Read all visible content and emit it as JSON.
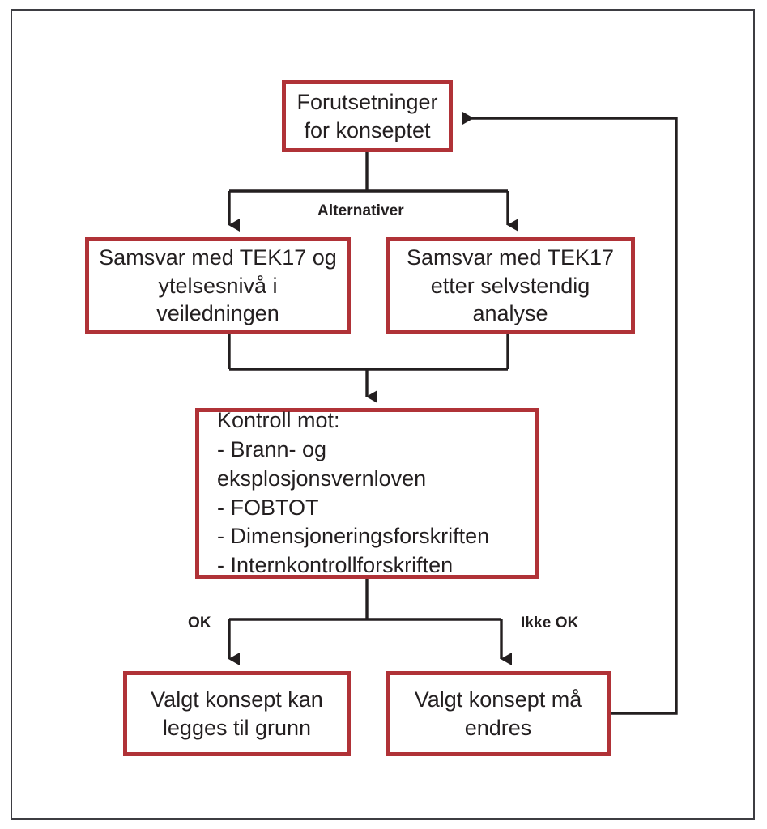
{
  "diagram": {
    "type": "flowchart",
    "language": "no",
    "colors": {
      "node_border": "#b03237",
      "node_fill": "#ffffff",
      "connector": "#231f20",
      "frame_border": "#3d3d42",
      "text": "#231f20"
    },
    "nodes": [
      {
        "id": "forutsetninger",
        "name": "start-node",
        "text": "Forutsetninger\nfor konseptet"
      },
      {
        "id": "alt-left",
        "name": "alternative-left-node",
        "text": "Samsvar med TEK17 og\nytelsesnivå i veiledningen"
      },
      {
        "id": "alt-right",
        "name": "alternative-right-node",
        "text": "Samsvar med TEK17\netter selvstendig analyse"
      },
      {
        "id": "kontroll",
        "name": "control-check-node",
        "heading": "Kontroll mot:",
        "items": [
          "- Brann- og eksplosjonsvernloven",
          "- FOBTOT",
          "- Dimensjoneringsforskriften",
          "- Internkontrollforskriften"
        ],
        "text": "Kontroll mot:\n- Brann- og eksplosjonsvernloven\n- FOBTOT\n- Dimensjoneringsforskriften\n- Internkontrollforskriften"
      },
      {
        "id": "ok-result",
        "name": "outcome-accepted-node",
        "text": "Valgt konsept kan\nlegges til grunn"
      },
      {
        "id": "notok-result",
        "name": "outcome-rejected-node",
        "text": "Valgt konsept må\nendres"
      }
    ],
    "edge_labels": {
      "alternativer": "Alternativer",
      "ok": "OK",
      "ikke_ok": "Ikke OK"
    },
    "edges": [
      {
        "from": "forutsetninger",
        "to": "alt-left",
        "label": "Alternativer"
      },
      {
        "from": "forutsetninger",
        "to": "alt-right",
        "label": "Alternativer"
      },
      {
        "from": "alt-left",
        "to": "kontroll",
        "label": ""
      },
      {
        "from": "alt-right",
        "to": "kontroll",
        "label": ""
      },
      {
        "from": "kontroll",
        "to": "ok-result",
        "label": "OK"
      },
      {
        "from": "kontroll",
        "to": "notok-result",
        "label": "Ikke OK"
      },
      {
        "from": "notok-result",
        "to": "forutsetninger",
        "label": ""
      }
    ]
  }
}
